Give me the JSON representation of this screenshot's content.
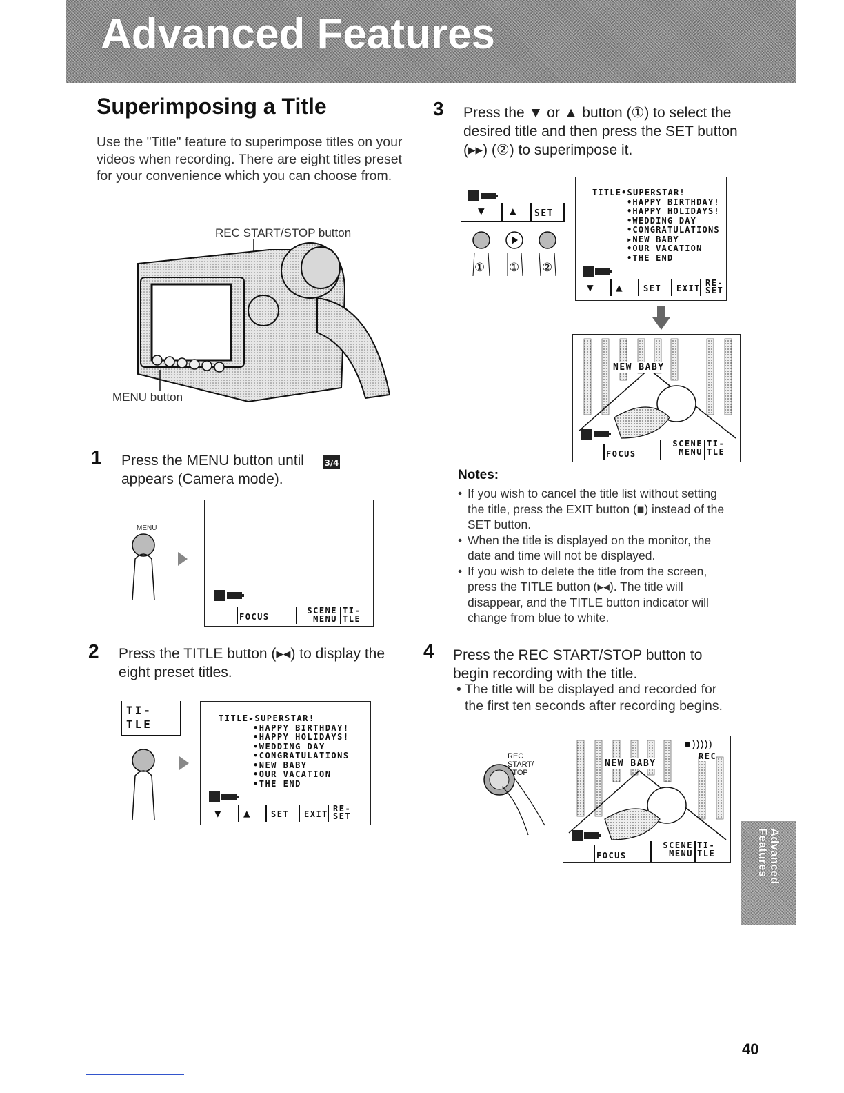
{
  "banner": {
    "title": "Advanced Features"
  },
  "section_title": "Superimposing a Title",
  "intro": "Use the \"Title\" feature to superimpose titles on your videos when recording. There are eight titles preset for your convenience which you can choose from.",
  "camera_figure": {
    "rec_label": "REC START/STOP button",
    "menu_label": "MENU button"
  },
  "steps": [
    {
      "number": "1",
      "text": "Press the MENU button until",
      "text2": "appears (Camera mode)."
    },
    {
      "number": "2",
      "text": "Press the TITLE button (▸◂) to display the eight preset titles."
    },
    {
      "number": "3",
      "text": "Press the ▼ or ▲ button (①) to select the desired title and then press the SET button (▸▸) (②) to superimpose it."
    },
    {
      "number": "4",
      "text": "Press the REC START/STOP button to begin recording with the title.",
      "bullet": "The title will be displayed and recorded for the first ten seconds after recording begins."
    }
  ],
  "step1_fig": {
    "finger_label": "MENU",
    "osd_mode": "3/4",
    "osd_focus": "FOCUS",
    "osd_scene_menu": "SCENE MENU",
    "osd_title": "TI- TLE"
  },
  "step2_fig": {
    "button_label": "TI- TLE",
    "title_list": [
      "TITLE▸SUPERSTAR!",
      "•HAPPY BIRTHDAY!",
      "•HAPPY HOLIDAYS!",
      "•WEDDING DAY",
      "•CONGRATULATIONS",
      "•NEW BABY",
      "•OUR VACATION",
      "•THE END"
    ],
    "bottom_keys": [
      "▼",
      "▲",
      "SET",
      "EXIT",
      "RE- SET"
    ]
  },
  "step3_fig": {
    "osd_keys": [
      "▼",
      "▲",
      "SET"
    ],
    "circle_labels": [
      "①",
      "①",
      "②"
    ],
    "title_list": [
      "TITLE•SUPERSTAR!",
      "•HAPPY BIRTHDAY!",
      "•HAPPY HOLIDAYS!",
      "•WEDDING DAY",
      "•CONGRATULATIONS",
      "▸NEW BABY",
      "•OUR VACATION",
      "•THE END"
    ],
    "bottom_keys": [
      "▼",
      "▲",
      "SET",
      "EXIT",
      "RE- SET"
    ],
    "baby_title": "NEW BABY",
    "osd_focus": "FOCUS",
    "osd_scene_menu": "SCENE MENU",
    "osd_title": "TI- TLE"
  },
  "notes": {
    "heading": "Notes:",
    "items": [
      "If you wish to cancel the title list without setting the title, press the EXIT button (■) instead of the SET button.",
      "When the title is displayed on the monitor, the date and time will not be displayed.",
      "If you wish to delete the title from the screen, press the TITLE button (▸◂). The title will disappear, and the TITLE button indicator will change from blue to white."
    ]
  },
  "step4_fig": {
    "button_label": "REC START/ STOP",
    "baby_title": "NEW BABY",
    "rec_indicator": "REC",
    "osd_focus": "FOCUS",
    "osd_scene_menu": "SCENE MENU",
    "osd_title": "TI- TLE"
  },
  "side_tab": "Advanced Features",
  "page_number": "40"
}
